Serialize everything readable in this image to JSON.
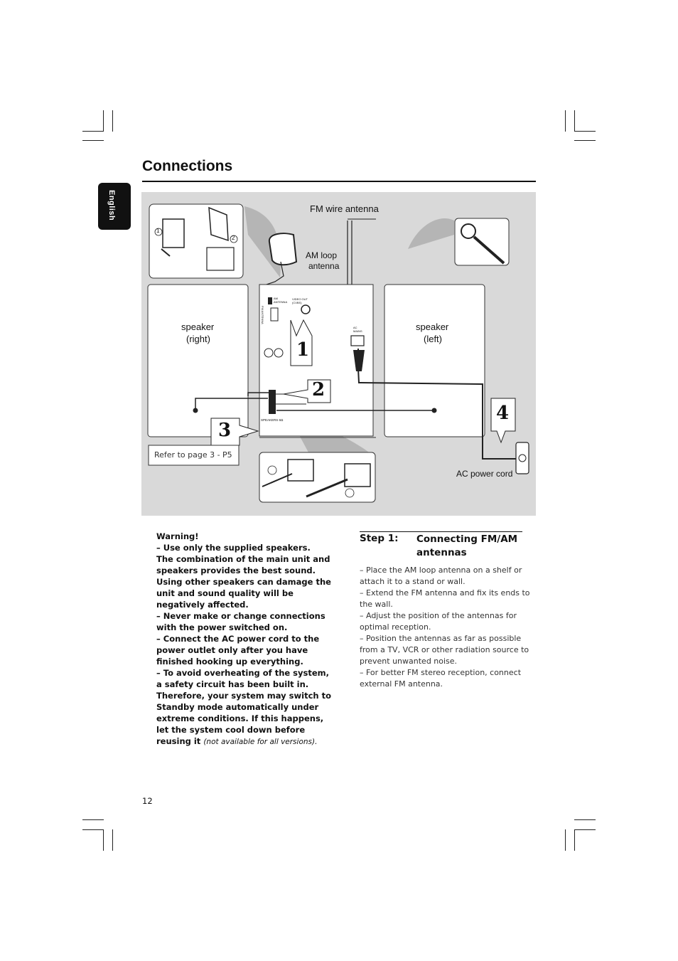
{
  "page": {
    "title": "Connections",
    "language_tab": "English",
    "page_number": "12"
  },
  "diagram": {
    "fm_wire_antenna": "FM wire antenna",
    "am_loop_antenna_line1": "AM loop",
    "am_loop_antenna_line2": "antenna",
    "speaker_right_line1": "speaker",
    "speaker_right_line2": "(right)",
    "speaker_left_line1": "speaker",
    "speaker_left_line2": "(left)",
    "refer_note": "Refer to page 3 - P5",
    "ac_power_cord": "AC power cord",
    "step_1": "1",
    "step_2": "2",
    "step_3": "3",
    "step_4": "4",
    "circle_1": "1",
    "circle_2": "2",
    "panel_am_antenna": "AM ANTENNA",
    "panel_fm_antenna": "FM ANTENNA",
    "panel_video_out": "VIDEO OUT (CVBS)",
    "panel_ac_mains": "AC MAINS",
    "panel_speakers": "SPEAKERS 6Ω"
  },
  "warning": {
    "heading": "Warning!",
    "line1": "–  Use only the supplied speakers.",
    "line2": "The combination of the main unit and speakers provides the best sound.",
    "line3": "Using other speakers can damage the unit and sound quality will be negatively affected.",
    "line4": "–  Never make or change connections with the power switched on.",
    "line5": "–  Connect the AC power cord to the power outlet only after you have finished hooking up everything.",
    "line6": "–  To avoid overheating of the system, a safety circuit has been built in. Therefore, your system may switch to Standby mode automatically under extreme conditions. If this happens, let the system cool down before reusing it",
    "line6_note": "(not available for all versions)",
    "line6_end": "."
  },
  "step1": {
    "number": "Step 1:",
    "title": "Connecting FM/AM antennas",
    "items": [
      "–   Place the AM loop antenna on a shelf or attach it to a stand or wall.",
      "–   Extend the FM antenna and fix its ends to the wall.",
      "–   Adjust the position of the antennas for optimal reception.",
      "–   Position the antennas as far as possible from a TV, VCR or other radiation source to prevent unwanted noise.",
      "–   For better FM stereo reception, connect external FM antenna."
    ]
  }
}
